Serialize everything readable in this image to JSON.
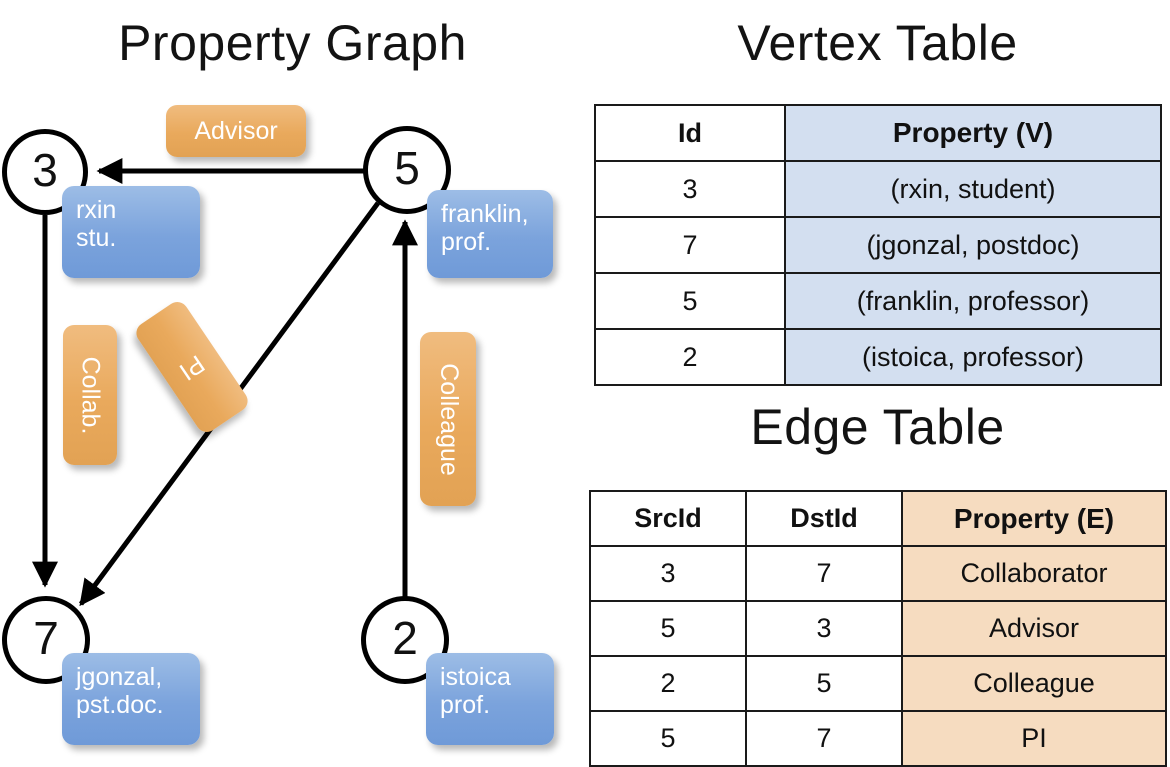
{
  "graph": {
    "title": "Property Graph",
    "nodes": [
      {
        "id": "3",
        "property_lines": [
          "rxin",
          "stu."
        ]
      },
      {
        "id": "5",
        "property_lines": [
          "franklin,",
          "prof."
        ]
      },
      {
        "id": "7",
        "property_lines": [
          "jgonzal,",
          "pst.doc."
        ]
      },
      {
        "id": "2",
        "property_lines": [
          "istoica",
          "prof."
        ]
      }
    ],
    "edge_labels": [
      {
        "text": "Advisor",
        "orientation": "horizontal"
      },
      {
        "text": "Collab.",
        "orientation": "vertical"
      },
      {
        "text": "PI",
        "orientation": "diagonal"
      },
      {
        "text": "Colleague",
        "orientation": "vertical"
      }
    ],
    "edges": [
      {
        "src": "5",
        "dst": "3",
        "label": "Advisor"
      },
      {
        "src": "3",
        "dst": "7",
        "label": "Collab."
      },
      {
        "src": "5",
        "dst": "7",
        "label": "PI"
      },
      {
        "src": "2",
        "dst": "5",
        "label": "Colleague"
      }
    ]
  },
  "vertex_table": {
    "title": "Vertex Table",
    "headers": [
      "Id",
      "Property (V)"
    ],
    "rows": [
      [
        "3",
        "(rxin, student)"
      ],
      [
        "7",
        "(jgonzal, postdoc)"
      ],
      [
        "5",
        "(franklin, professor)"
      ],
      [
        "2",
        "(istoica, professor)"
      ]
    ]
  },
  "edge_table": {
    "title": "Edge Table",
    "headers": [
      "SrcId",
      "DstId",
      "Property (E)"
    ],
    "rows": [
      [
        "3",
        "7",
        "Collaborator"
      ],
      [
        "5",
        "3",
        "Advisor"
      ],
      [
        "2",
        "5",
        "Colleague"
      ],
      [
        "5",
        "7",
        "PI"
      ]
    ]
  },
  "colors": {
    "vertex_box": "#7ba3dc",
    "edge_box": "#e9a95c",
    "vertex_table_property": "#d3dff0",
    "edge_table_property": "#f6dcc0",
    "stroke": "#000000"
  }
}
